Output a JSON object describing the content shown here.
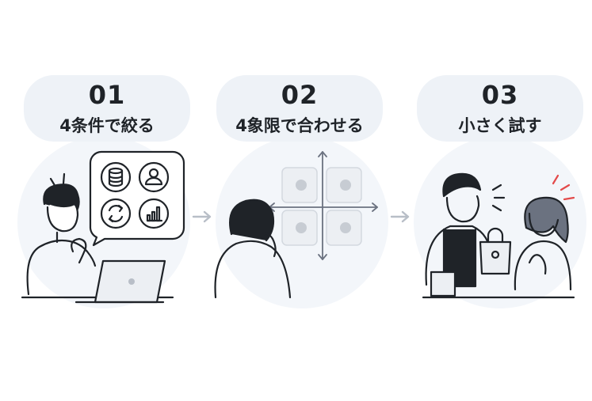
{
  "steps": [
    {
      "number": "01",
      "label": "4条件で絞る"
    },
    {
      "number": "02",
      "label": "4象限で合わせる"
    },
    {
      "number": "03",
      "label": "小さく試す"
    }
  ],
  "icons": {
    "step1_bubble": [
      "database-icon",
      "user-icon",
      "refresh-icon",
      "bar-chart-icon"
    ],
    "step2_matrix": "quadrant-matrix-icon",
    "step3": "shopping-bag-icon"
  },
  "colors": {
    "pill_bg": "#eef2f7",
    "circle_bg": "#f3f6fa",
    "ink": "#1f2328",
    "arrow": "#b8bec7",
    "accent": "#e34a4a"
  }
}
